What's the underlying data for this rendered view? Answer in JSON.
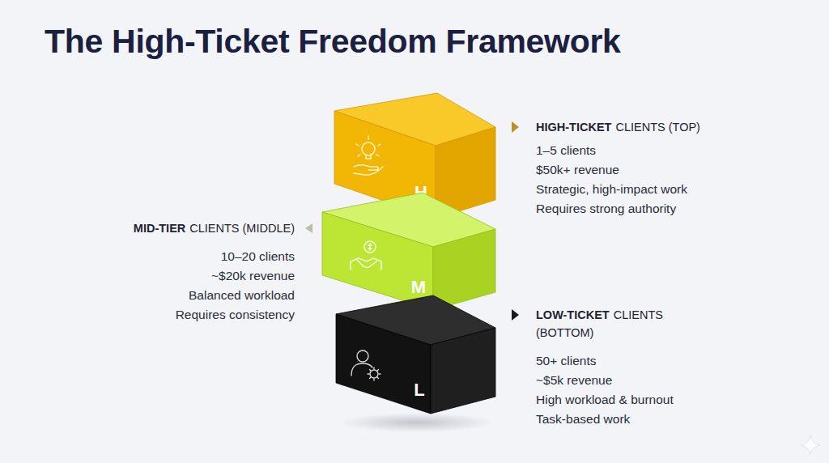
{
  "diagram": {
    "title": "The High-Ticket Freedom Framework",
    "nodes": [
      {
        "text": [
          "H"
        ]
      },
      {
        "text": [
          "M"
        ]
      },
      {
        "text": [
          "L"
        ]
      }
    ],
    "labels": [
      "HIGH-TICKET",
      "CLIENTS (TOP)",
      "1–5 clients",
      "$50k+ revenue",
      "Strategic, high-impact work",
      "Requires strong authority",
      "MID-TIER",
      "CLIENTS (MIDDLE)",
      "10–20 clients",
      "~$20k revenue",
      "Balanced workload",
      "Requires consistency",
      "LOW-TICKET",
      "CLIENTS (BOTTOM)",
      "50+ clients",
      "~$5k revenue",
      "High workload & burnout",
      "Task-based work"
    ]
  }
}
